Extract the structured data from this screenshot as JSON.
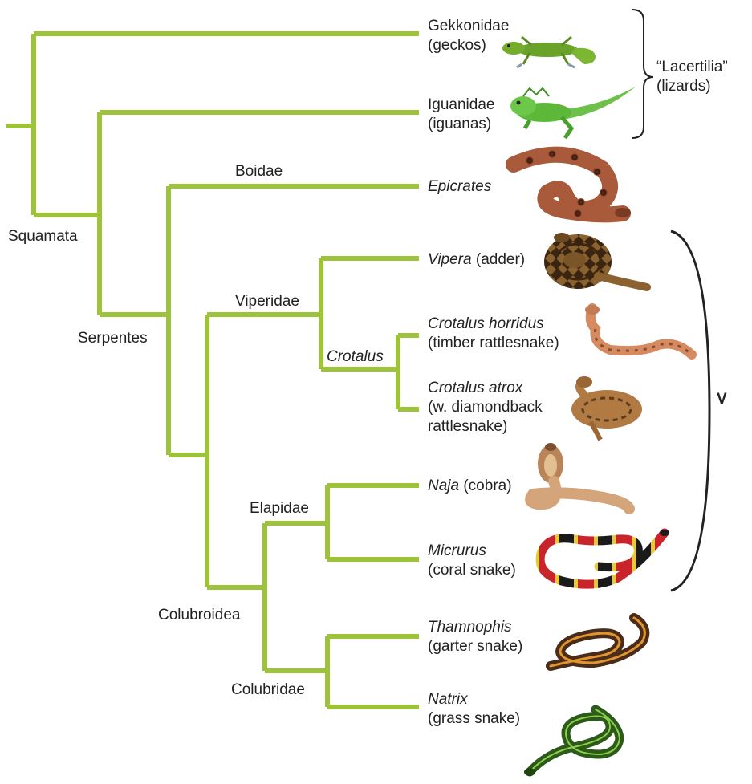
{
  "colors": {
    "branch": "#9dc33b",
    "bracket": "#222222",
    "text": "#222222"
  },
  "taxa": {
    "gekkonidae": {
      "name": "Gekkonidae",
      "common": "(geckos)"
    },
    "iguanidae": {
      "name": "Iguanidae",
      "common": "(iguanas)"
    },
    "epicrates": {
      "name": "Epicrates"
    },
    "vipera": {
      "name": "Vipera",
      "common": " (adder)"
    },
    "crotalus_horridus": {
      "name": "Crotalus horridus",
      "common": "(timber rattlesnake)"
    },
    "crotalus_atrox": {
      "name": "Crotalus atrox",
      "common_line1": "(w. diamondback",
      "common_line2": "rattlesnake)"
    },
    "naja": {
      "name": "Naja",
      "common": " (cobra)"
    },
    "micrurus": {
      "name": "Micrurus",
      "common": "(coral snake)"
    },
    "thamnophis": {
      "name": "Thamnophis",
      "common": "(garter snake)"
    },
    "natrix": {
      "name": "Natrix",
      "common": "(grass snake)"
    }
  },
  "clades": {
    "squamata": "Squamata",
    "serpentes": "Serpentes",
    "boidae": "Boidae",
    "viperidae": "Viperidae",
    "crotalus": "Crotalus",
    "elapidae": "Elapidae",
    "colubroidea": "Colubroidea",
    "colubridae": "Colubridae"
  },
  "groups": {
    "lacertilia_line1": "“Lacertilia”",
    "lacertilia_line2": "(lizards)",
    "venomous": "V"
  },
  "icons": [
    "gecko-icon",
    "iguana-icon",
    "epicrates-icon",
    "adder-icon",
    "timber-rattlesnake-icon",
    "diamondback-icon",
    "cobra-icon",
    "coral-snake-icon",
    "garter-snake-icon",
    "grass-snake-icon"
  ]
}
